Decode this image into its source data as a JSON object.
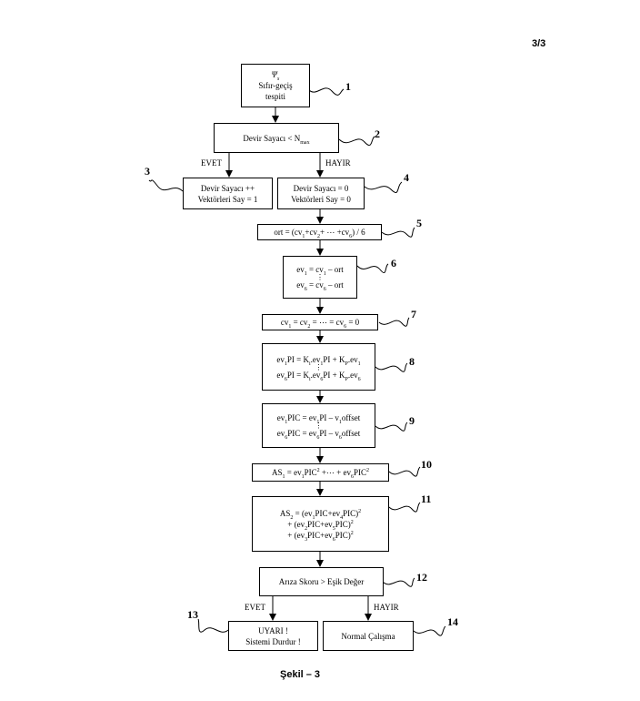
{
  "page_number": "3/3",
  "caption": "Şekil – 3",
  "branch_labels": {
    "yes": "EVET",
    "no": "HAYIR"
  },
  "steps": [
    {
      "id": "1",
      "lines": [
        "Ψs",
        "Sıfır-geçiş",
        "tespiti"
      ]
    },
    {
      "id": "2",
      "lines": [
        "Devir Sayacı < Nmax"
      ]
    },
    {
      "id": "3",
      "lines": [
        "Devir Sayacı ++",
        "Vektörleri Say = 1"
      ]
    },
    {
      "id": "4",
      "lines": [
        "Devir Sayacı = 0",
        "Vektörleri Say = 0"
      ]
    },
    {
      "id": "5",
      "lines": [
        "ort = (cv1+cv2+ ⋯ +cv6) / 6"
      ]
    },
    {
      "id": "6",
      "lines": [
        "ev1 = cv1 – ort",
        "⋮",
        "ev6 = cv6 – ort"
      ]
    },
    {
      "id": "7",
      "lines": [
        "cv1 = cv2 = ⋯ = cv6 = 0"
      ]
    },
    {
      "id": "8",
      "lines": [
        "ev1PI = Ki.ev1PI + Kp.ev1",
        "⋮",
        "ev6PI = Ki.ev6PI + Kp.ev6"
      ]
    },
    {
      "id": "9",
      "lines": [
        "ev1PIC = ev1PI – v1offset",
        "⋮",
        "ev6PIC = ev6PI – v6offset"
      ]
    },
    {
      "id": "10",
      "lines": [
        "AS1 = ev1PIC2 +⋯ + ev6PIC2"
      ]
    },
    {
      "id": "11",
      "lines": [
        "AS2 = (ev1PIC+ev4PIC)2",
        "+ (ev2PIC+ev5PIC)2",
        "+ (ev3PIC+ev6PIC)2"
      ]
    },
    {
      "id": "12",
      "lines": [
        "Arıza Skoru > Eşik Değer"
      ]
    },
    {
      "id": "13",
      "lines": [
        "UYARI !",
        "Sistemi Durdur !"
      ]
    },
    {
      "id": "14",
      "lines": [
        "Normal Çalışma"
      ]
    }
  ]
}
